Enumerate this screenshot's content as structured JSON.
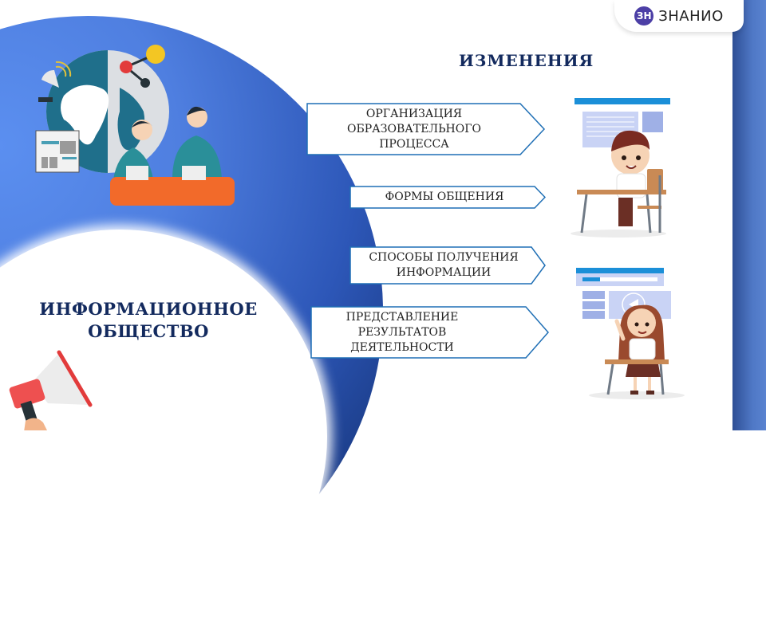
{
  "header": {
    "logo_mark": "ЗН",
    "logo_text": "ЗНАНИО"
  },
  "heading": "ИЗМЕНЕНИЯ",
  "main_title": "ИНФОРМАЦИОННОЕ\nОБЩЕСТВО",
  "arrows": [
    {
      "label": "ОРГАНИЗАЦИЯ\nОБРАЗОВАТЕЛЬНОГО\nПРОЦЕССА"
    },
    {
      "label": "ФОРМЫ ОБЩЕНИЯ"
    },
    {
      "label": "СПОСОБЫ ПОЛУЧЕНИЯ\nИНФОРМАЦИИ"
    },
    {
      "label": "ПРЕДСТАВЛЕНИЕ\nРЕЗУЛЬТАТОВ\nДЕЯТЕЛЬНОСТИ"
    }
  ],
  "colors": {
    "title": "#132a5e",
    "arrow_border": "#1f6fb5",
    "circle_blue": "#4f7fe0",
    "desk_orange": "#f26a2a"
  },
  "illustrations": {
    "top_left": "globe-news-anchors",
    "bottom_left": "megaphone",
    "right_top": "boy-at-desk-online-lesson",
    "right_bottom": "girl-at-desk-video-lesson"
  }
}
